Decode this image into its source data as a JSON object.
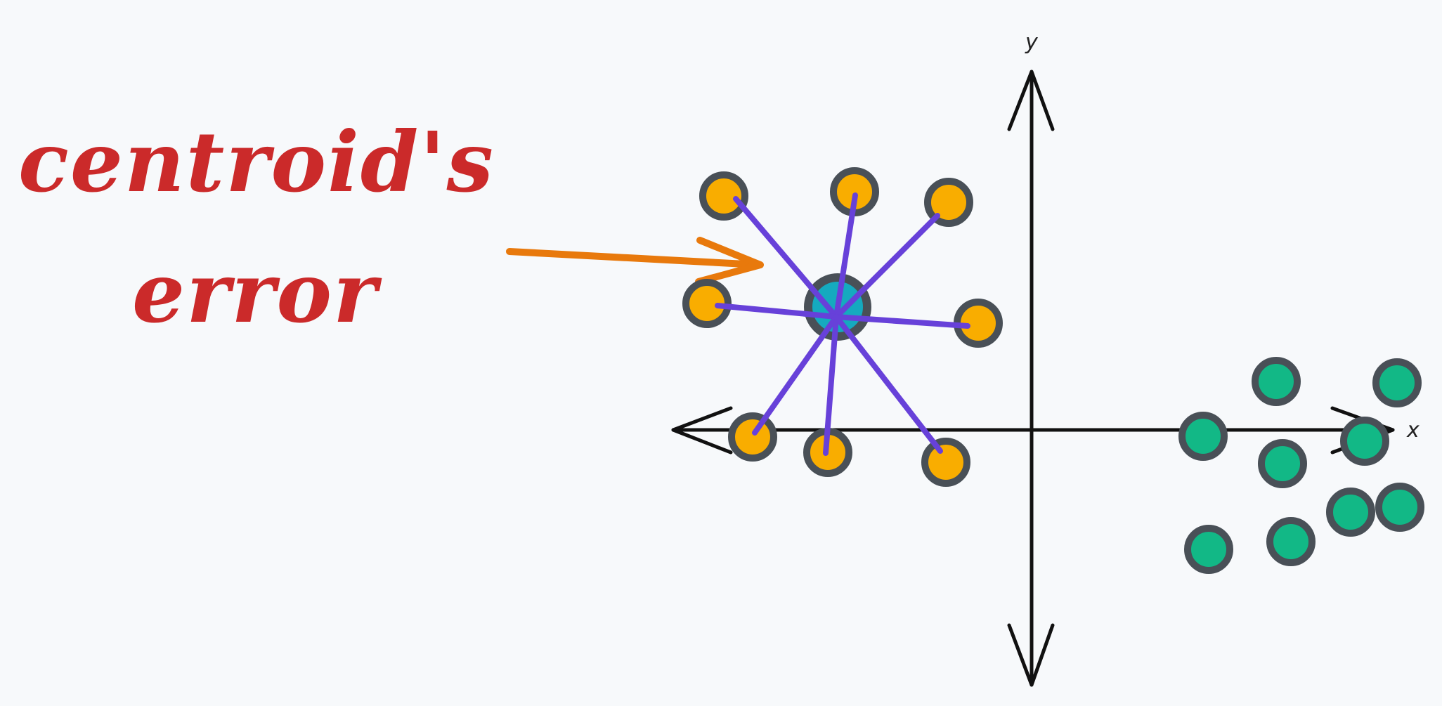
{
  "annotation": {
    "line1": "centroid's",
    "line2": "error",
    "color": "#cb2a2a",
    "arrow_color": "#e8790c"
  },
  "axes": {
    "x_label": "x",
    "y_label": "y",
    "color": "#111111"
  },
  "colors": {
    "cluster_a_fill": "#f9ad00",
    "cluster_b_fill": "#12b886",
    "centroid_fill": "#15aabf",
    "point_outline": "#495057",
    "error_line": "#6741d9"
  },
  "cluster_a": {
    "name": "orange points",
    "icon": "orange-circle"
  },
  "cluster_b": {
    "name": "green points",
    "icon": "green-circle"
  },
  "centroid": {
    "icon": "teal-circle"
  }
}
